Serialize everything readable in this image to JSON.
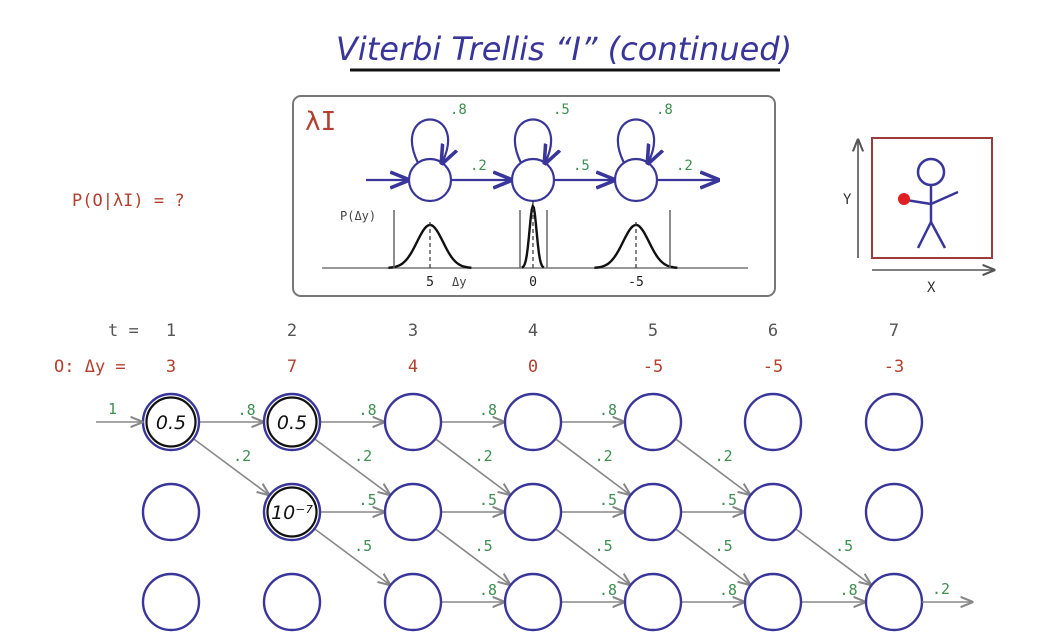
{
  "title": "Viterbi Trellis “I” (continued)",
  "question": "P(O|λI) = ?",
  "model": {
    "label": "λI",
    "self_probs": [
      ".8",
      ".5",
      ".8"
    ],
    "next_probs": [
      ".2",
      ".5",
      ".2"
    ],
    "pdf_ylabel": "P(Δy)",
    "pdf_xlabel": "Δy",
    "pdf_means": [
      "5",
      "0",
      "-5"
    ]
  },
  "figure": {
    "x_label": "X",
    "y_label": "Y"
  },
  "time_label": "t =",
  "obs_label": "O: Δy =",
  "times": [
    "1",
    "2",
    "3",
    "4",
    "5",
    "6",
    "7"
  ],
  "observations": [
    "3",
    "7",
    "4",
    "0",
    "-5",
    "-5",
    "-3"
  ],
  "initial_prob": "1",
  "final_prob": ".2",
  "node_values": {
    "n_0_0": "0.5",
    "n_0_1": "0.5",
    "n_1_1": "10⁻⁷"
  },
  "edge_labels": {
    "stay_row0": ".8",
    "down_row0": ".2",
    "stay_row1": ".5",
    "down_row1": ".5",
    "stay_row2": ".8"
  },
  "colors": {
    "ink": "#39359a",
    "prob": "#3f8f52",
    "red": "#b2402f",
    "arrow": "#888888",
    "box": "#777777",
    "frame": "#9b3b3b"
  }
}
